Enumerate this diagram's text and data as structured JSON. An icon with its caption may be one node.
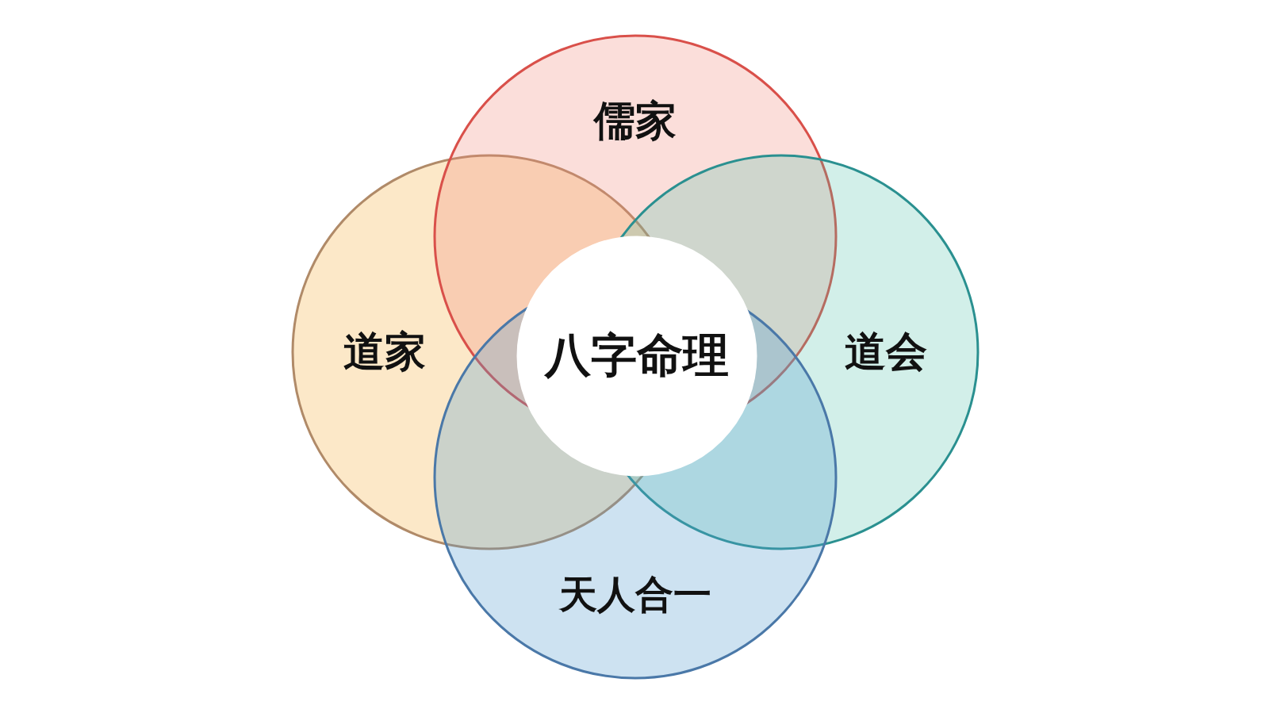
{
  "diagram": {
    "nodes": [
      {
        "text": [
          "儒家"
        ]
      },
      {
        "text": [
          "道家"
        ]
      },
      {
        "text": [
          "八字命理"
        ]
      },
      {
        "text": [
          "道会"
        ]
      },
      {
        "text": [
          "天人合一"
        ]
      }
    ]
  }
}
